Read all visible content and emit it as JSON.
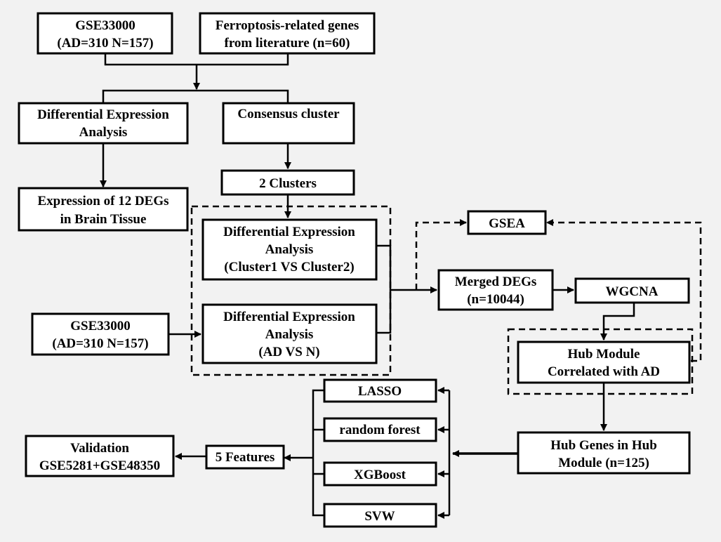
{
  "nodes": {
    "gse_top": [
      "GSE33000",
      "(AD=310 N=157)"
    ],
    "ferro": [
      "Ferroptosis-related genes",
      "from literature (n=60)"
    ],
    "dea_left": [
      "Differential Expression",
      "Analysis"
    ],
    "consensus": [
      "Consensus cluster"
    ],
    "expr12": [
      "Expression of 12 DEGs",
      "in Brain Tissue"
    ],
    "clusters2": [
      "2 Clusters"
    ],
    "dea_c1c2": [
      "Differential Expression",
      "Analysis",
      "(Cluster1 VS Cluster2)"
    ],
    "gse_mid": [
      "GSE33000",
      "(AD=310 N=157)"
    ],
    "dea_adn": [
      "Differential Expression",
      "Analysis",
      "(AD VS N)"
    ],
    "gsea": [
      "GSEA"
    ],
    "merged": [
      "Merged DEGs",
      "(n=10044)"
    ],
    "wgcna": [
      "WGCNA"
    ],
    "hubmod": [
      "Hub Module",
      "Correlated with AD"
    ],
    "lasso": [
      "LASSO"
    ],
    "rf": [
      "random forest"
    ],
    "xgb": [
      "XGBoost"
    ],
    "svw": [
      "SVW"
    ],
    "hubgenes": [
      "Hub Genes in Hub",
      "Module (n=125)"
    ],
    "features5": [
      "5 Features"
    ],
    "validation": [
      "Validation",
      "GSE5281+GSE48350"
    ]
  }
}
